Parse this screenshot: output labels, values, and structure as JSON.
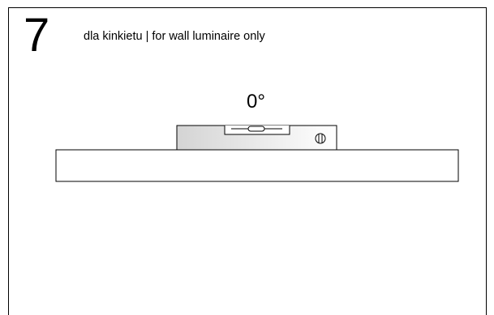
{
  "step": {
    "number": "7",
    "caption": "dla kinkietu | for wall luminaire only"
  },
  "level": {
    "angle_label": "0°"
  },
  "colors": {
    "line": "#000000",
    "level_gradient_start": "#d4d4d4",
    "level_gradient_end": "#ffffff"
  },
  "icons": {
    "level_bubble": "bubble-vial-icon",
    "level_screw": "screw-icon"
  }
}
